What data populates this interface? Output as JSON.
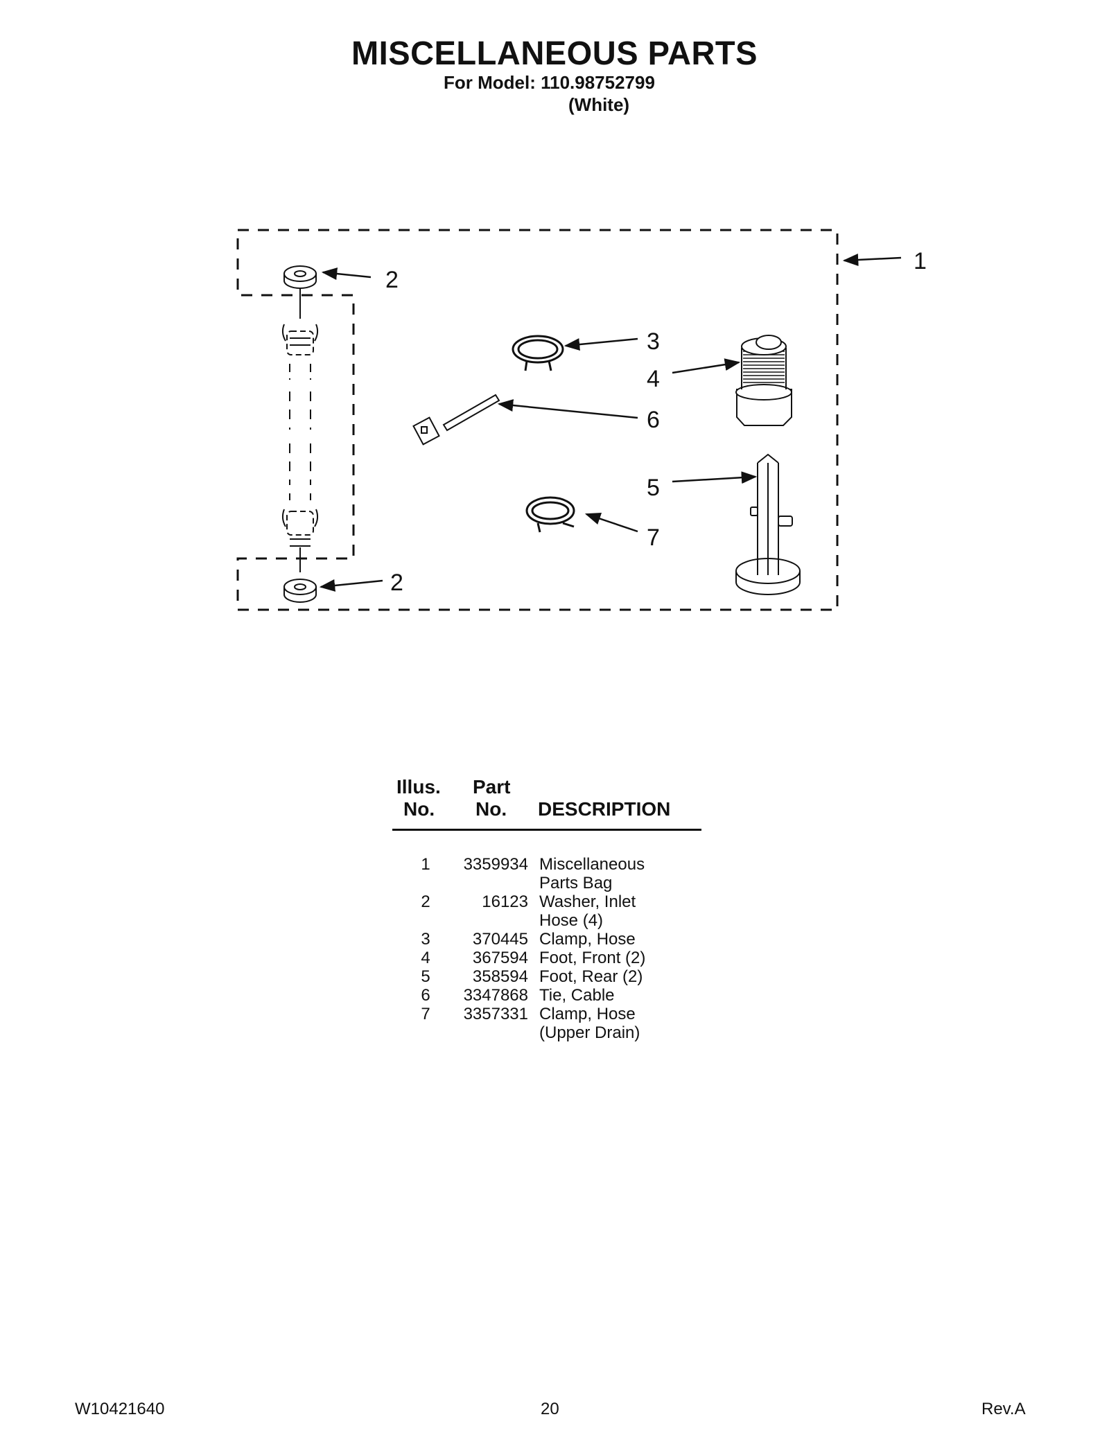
{
  "header": {
    "title": "MISCELLANEOUS PARTS",
    "model_line": "For Model: 110.98752799",
    "color_line": "(White)"
  },
  "diagram": {
    "callouts": [
      "1",
      "2",
      "3",
      "4",
      "6",
      "5",
      "7",
      "2"
    ]
  },
  "parts_table": {
    "headers": {
      "illus_top": "Illus.",
      "illus_bottom": "No.",
      "part_top": "Part",
      "part_bottom": "No.",
      "description": "DESCRIPTION"
    },
    "rows": [
      {
        "illus": "1",
        "part": "3359934",
        "description": [
          "Miscellaneous",
          "Parts Bag"
        ]
      },
      {
        "illus": "2",
        "part": "16123",
        "description": [
          "Washer, Inlet",
          "Hose (4)"
        ]
      },
      {
        "illus": "3",
        "part": "370445",
        "description": [
          "Clamp, Hose"
        ]
      },
      {
        "illus": "4",
        "part": "367594",
        "description": [
          "Foot, Front (2)"
        ]
      },
      {
        "illus": "5",
        "part": "358594",
        "description": [
          "Foot, Rear (2)"
        ]
      },
      {
        "illus": "6",
        "part": "3347868",
        "description": [
          "Tie, Cable"
        ]
      },
      {
        "illus": "7",
        "part": "3357331",
        "description": [
          "Clamp, Hose",
          "(Upper Drain)"
        ]
      }
    ]
  },
  "footer": {
    "doc_number": "W10421640",
    "page_number": "20",
    "revision": "Rev.A"
  }
}
